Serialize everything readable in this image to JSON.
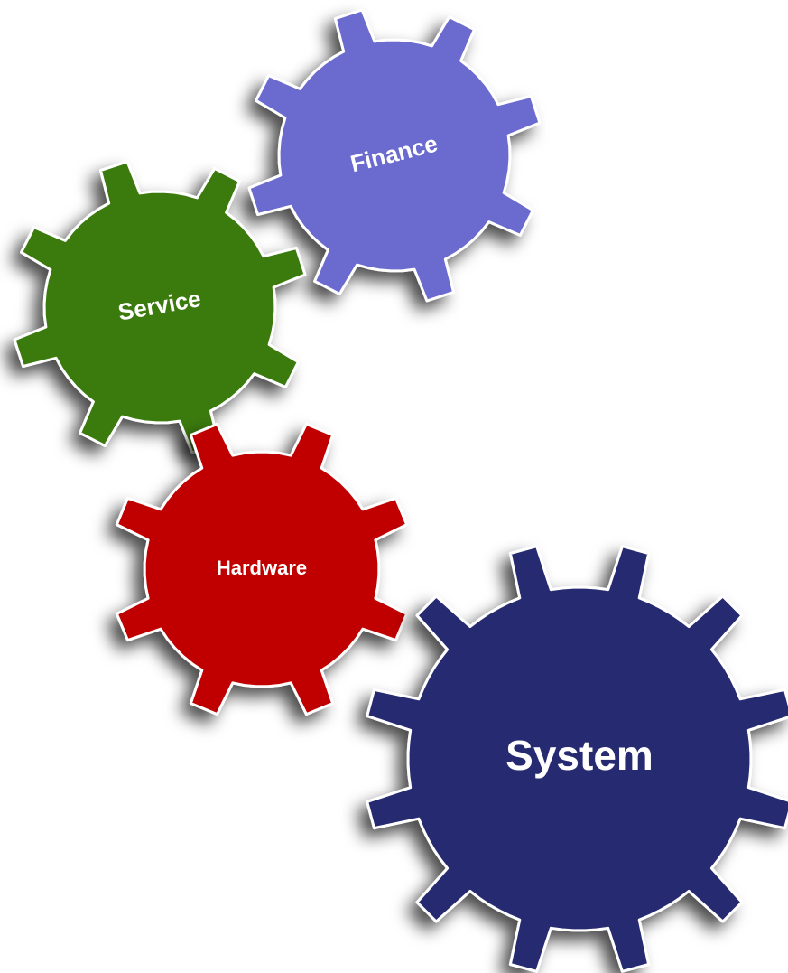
{
  "gears": [
    {
      "id": "finance",
      "label": "Finance",
      "color": "#6B6BCF",
      "icon": "gear-icon"
    },
    {
      "id": "service",
      "label": "Service",
      "color": "#3A7A0D",
      "icon": "gear-icon"
    },
    {
      "id": "hardware",
      "label": "Hardware",
      "color": "#C00000",
      "icon": "gear-icon"
    },
    {
      "id": "system",
      "label": "System",
      "color": "#272970",
      "icon": "gear-icon"
    }
  ]
}
